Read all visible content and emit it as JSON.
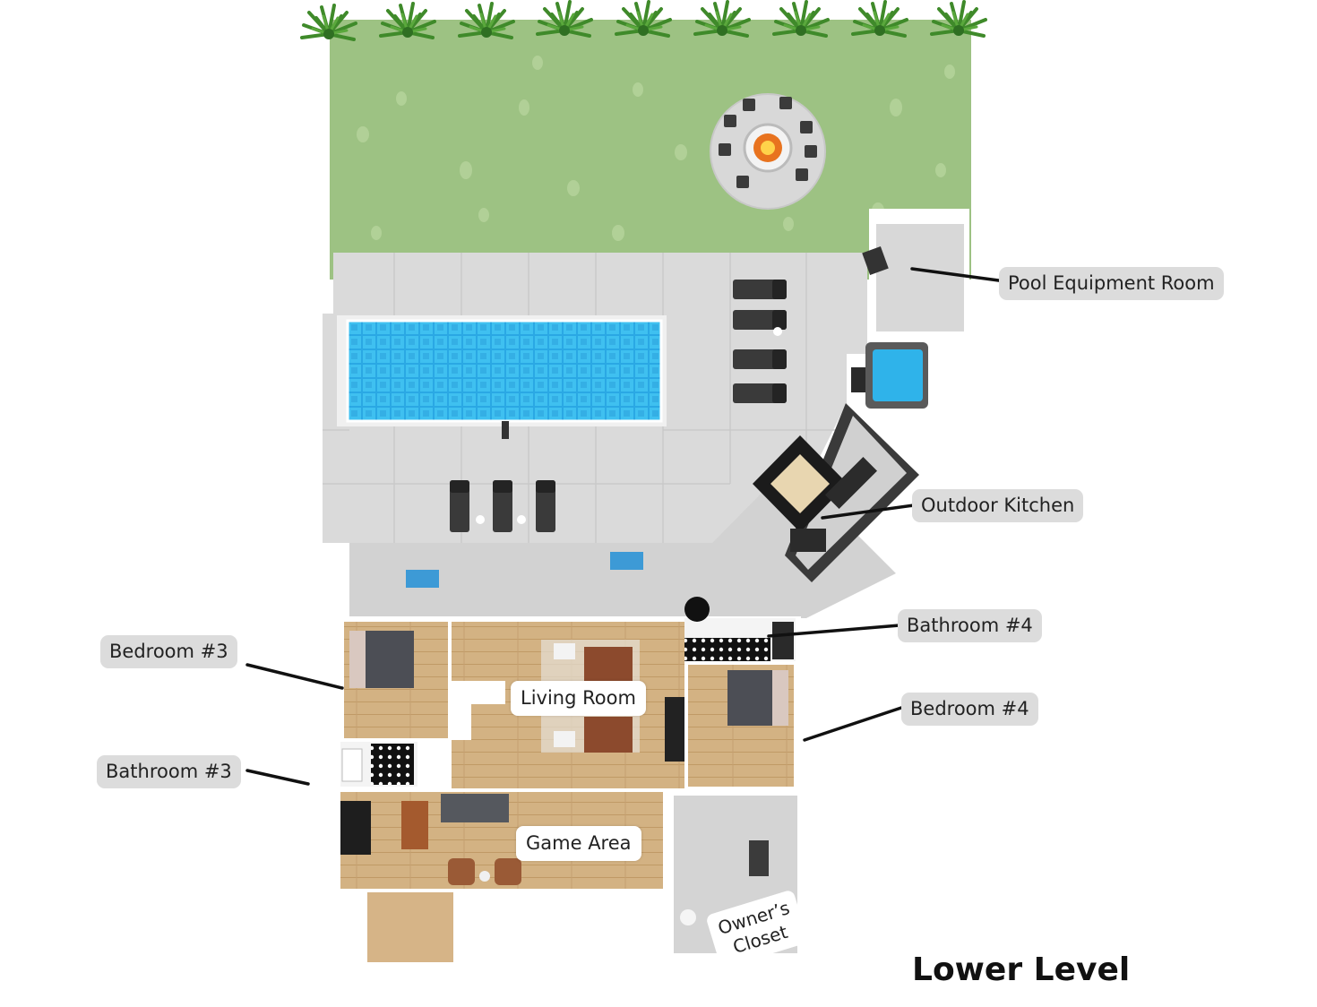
{
  "title": "Lower Level",
  "callouts": {
    "pool_equipment_room": "Pool Equipment Room",
    "outdoor_kitchen": "Outdoor Kitchen",
    "bathroom_4": "Bathroom #4",
    "bedroom_4": "Bedroom #4",
    "bedroom_3": "Bedroom #3",
    "bathroom_3": "Bathroom #3"
  },
  "rooms": {
    "living_room": "Living Room",
    "game_area": "Game Area",
    "owners_closet_line1": "Owner’s",
    "owners_closet_line2": "Closet"
  },
  "colors": {
    "lawn": "#9dc283",
    "patio": "#dadada",
    "pool_water": "#2aa8e4",
    "wood_floor": "#d1b080",
    "label_bg": "#dcdcdc",
    "wall": "#ffffff",
    "dark_furniture": "#3c3c3c"
  },
  "icons": [
    "palm-plant-icon",
    "fire-pit-icon",
    "lounge-chair-icon",
    "hot-tub-icon",
    "bed-icon",
    "sofa-icon"
  ]
}
